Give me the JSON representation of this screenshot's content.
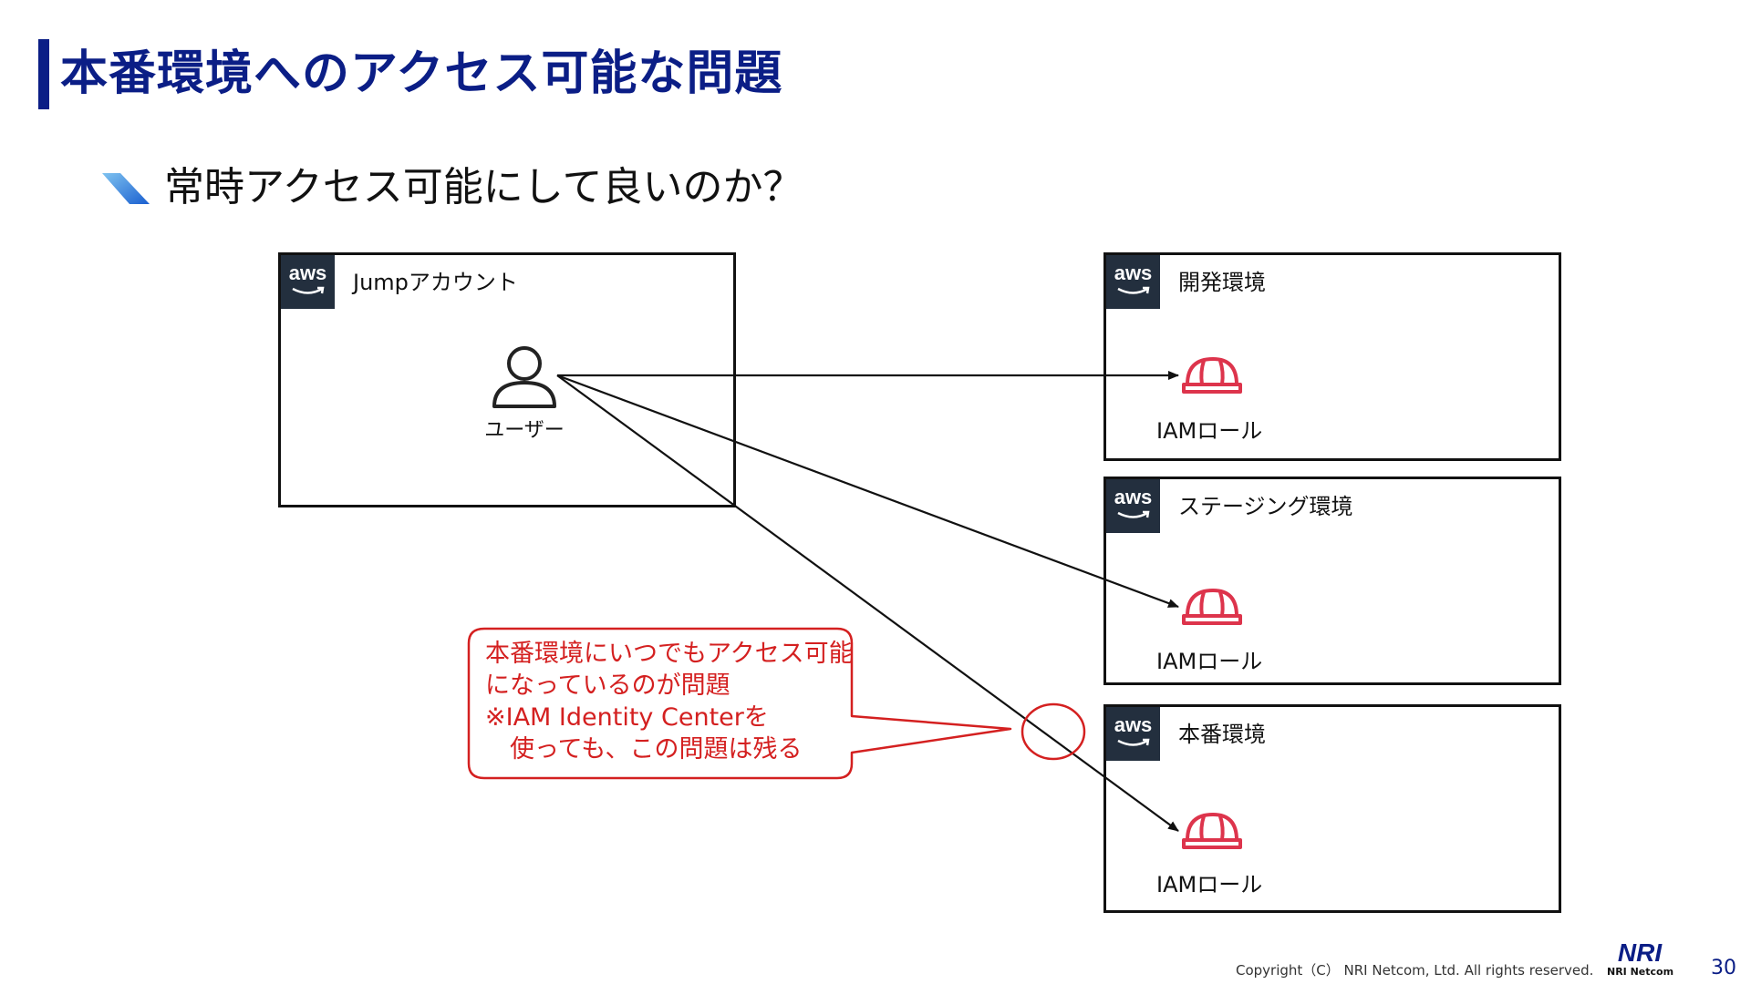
{
  "title": "本番環境へのアクセス可能な問題",
  "subtitle": "常時アクセス可能にして良いのか？",
  "jump_account": {
    "aws_logo": "aws",
    "label": "Jumpアカウント",
    "user_label": "ユーザー"
  },
  "target_accounts": [
    {
      "aws_logo": "aws",
      "label": "開発環境",
      "role_label": "IAMロール"
    },
    {
      "aws_logo": "aws",
      "label": "ステージング環境",
      "role_label": "IAMロール"
    },
    {
      "aws_logo": "aws",
      "label": "本番環境",
      "role_label": "IAMロール"
    }
  ],
  "callout": {
    "lines": [
      "本番環境にいつでもアクセス可能",
      "になっているのが問題",
      "※IAM Identity Centerを",
      "　使っても、この問題は残る"
    ]
  },
  "footer": {
    "copyright": "Copyright（C） NRI Netcom, Ltd. All rights reserved.",
    "logo": "NRI",
    "logo_sub": "NRI Netcom",
    "page": "30"
  },
  "colors": {
    "title": "#0b1e86",
    "aws_badge": "#232f3e",
    "iam_role": "#dd344c",
    "callout": "#d42020"
  },
  "icons": {
    "user": "user-icon",
    "iam_role": "helmet-icon",
    "aws": "aws-logo-icon"
  }
}
